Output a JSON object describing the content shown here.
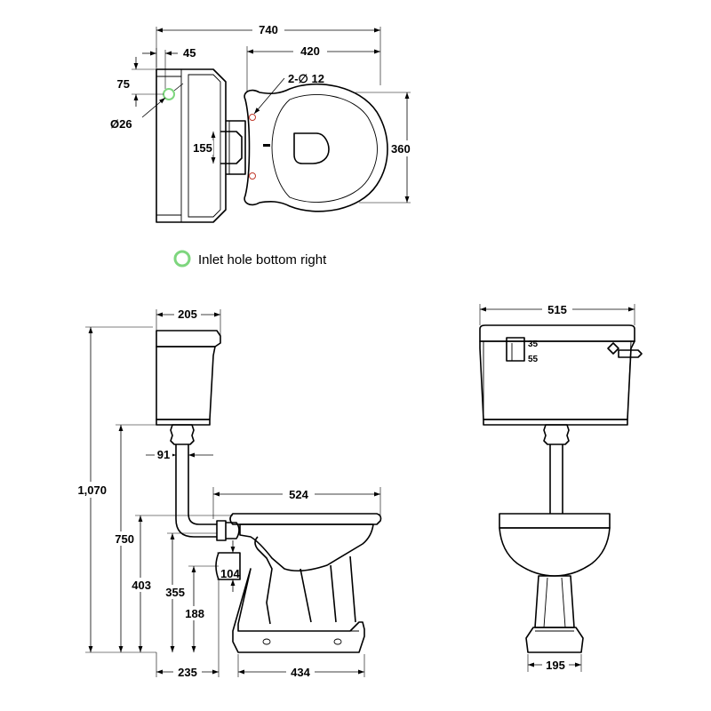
{
  "top_view": {
    "width_overall": "740",
    "width_bowl": "420",
    "cistern_offset": "45",
    "inlet_offset": "75",
    "inlet_diameter": "Ø26",
    "fixing_holes": "2-∅ 12",
    "flush_pipe_width": "155",
    "bowl_width": "360"
  },
  "legend": {
    "inlet_note": "Inlet hole bottom right",
    "marker_color": "#7ed67e"
  },
  "side_view": {
    "cistern_depth": "205",
    "overall_height": "1,070",
    "cistern_bottom_height": "750",
    "pipe_offset": "91",
    "bowl_depth": "524",
    "seat_height": "403",
    "outlet_height": "355",
    "outlet_diameter": "104",
    "outlet_center": "188",
    "wall_to_outlet": "235",
    "base_depth": "434"
  },
  "front_view": {
    "cistern_width": "515",
    "lever_offset_a": "35",
    "lever_offset_b": "55",
    "base_width": "195"
  }
}
